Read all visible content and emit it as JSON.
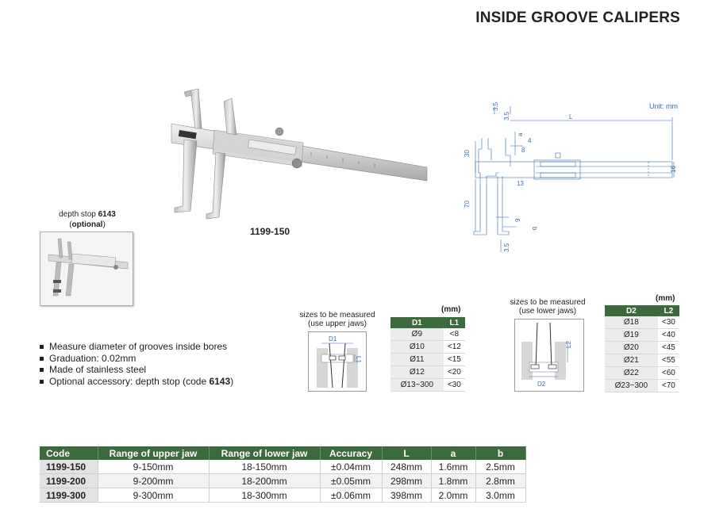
{
  "title": "INSIDE GROOVE CALIPERS",
  "model": "1199-150",
  "depth_stop": {
    "prefix": "depth stop ",
    "code": "6143",
    "optional": "optional"
  },
  "drawing": {
    "unit": "Unit: mm",
    "dims": {
      "L": "L",
      "d35a": "3.5",
      "d35b": "3.5",
      "d35c": "3.5",
      "a": "a",
      "four": "4",
      "eight": "8",
      "thirty": "30",
      "sixteen": "16",
      "thirteen": "13",
      "seventy": "70",
      "nine": "9",
      "b": "b"
    }
  },
  "features": [
    {
      "text": "Measure diameter of grooves inside bores"
    },
    {
      "text": "Graduation: 0.02mm"
    },
    {
      "text": "Made of stainless steel"
    },
    {
      "prefix": "Optional accessory: depth stop (code ",
      "code": "6143",
      "suffix": ")"
    }
  ],
  "upper": {
    "caption1": "sizes to be measured",
    "caption2": "(use upper jaws)",
    "unit": "(mm)",
    "d_label": "D1",
    "l_label": "L1",
    "headers": [
      "D1",
      "L1"
    ],
    "rows": [
      [
        "Ø9",
        "<8"
      ],
      [
        "Ø10",
        "<12"
      ],
      [
        "Ø11",
        "<15"
      ],
      [
        "Ø12",
        "<20"
      ],
      [
        "Ø13~300",
        "<30"
      ]
    ]
  },
  "lower": {
    "caption1": "sizes to be measured",
    "caption2": "(use lower jaws)",
    "unit": "(mm)",
    "d_label": "D2",
    "l_label": "L2",
    "headers": [
      "D2",
      "L2"
    ],
    "rows": [
      [
        "Ø18",
        "<30"
      ],
      [
        "Ø19",
        "<40"
      ],
      [
        "Ø20",
        "<45"
      ],
      [
        "Ø21",
        "<55"
      ],
      [
        "Ø22",
        "<60"
      ],
      [
        "Ø23~300",
        "<70"
      ]
    ]
  },
  "specs": {
    "headers": [
      "Code",
      "Range of upper jaw",
      "Range of lower jaw",
      "Accuracy",
      "L",
      "a",
      "b"
    ],
    "rows": [
      [
        "1199-150",
        "9-150mm",
        "18-150mm",
        "±0.04mm",
        "248mm",
        "1.6mm",
        "2.5mm"
      ],
      [
        "1199-200",
        "9-200mm",
        "18-200mm",
        "±0.05mm",
        "298mm",
        "1.8mm",
        "2.8mm"
      ],
      [
        "1199-300",
        "9-300mm",
        "18-300mm",
        "±0.06mm",
        "398mm",
        "2.0mm",
        "3.0mm"
      ]
    ]
  },
  "colors": {
    "header_green": "#3b6b3c",
    "drawing_blue": "#3a6fb0"
  }
}
